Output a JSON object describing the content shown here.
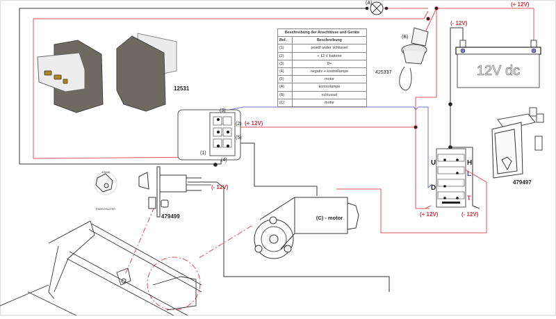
{
  "diagram": {
    "table": {
      "title": "Beschreibung der Anschlüsse und Geräte",
      "headers": [
        "Ref.",
        "Beschreibung"
      ],
      "rows": [
        {
          "ref": "(1)",
          "desc": "positif under schlussel"
        },
        {
          "ref": "(2)",
          "desc": "+ 12 V batterie"
        },
        {
          "ref": "(3)",
          "desc": "D+"
        },
        {
          "ref": "(4)",
          "desc": "negativ + kontrollampe"
        },
        {
          "ref": "(5)",
          "desc": "motor"
        },
        {
          "ref": "(A)",
          "desc": "kontrollampe"
        },
        {
          "ref": "(B)",
          "desc": "schlussel"
        },
        {
          "ref": "(C)",
          "desc": "motor"
        }
      ]
    },
    "labels": {
      "lamp": "(A)",
      "key": "(B)",
      "motor": "(C) - motor",
      "plus12_top": "(+ 12V)",
      "minus12_battery": "(- 12V)",
      "plus12_mid": "(+ 12V)",
      "minus12_limit": "(- 12V)",
      "plus12_switch": "(+ 12V)",
      "minus12_switch": "(- 12V)",
      "battery": "12V dc",
      "pin1": "(1)",
      "pin2": "(2)",
      "pin3": "(3)",
      "pin4": "(4)",
      "pin5": "(5)",
      "sw_U": "U",
      "sw_H": "H",
      "sw_L": "L",
      "sw_D": "D",
      "sw_T": "T"
    },
    "parts": {
      "connector": "12531",
      "key_switch": "425337",
      "rocker_switch": "479497",
      "limit_switch": "479499",
      "limit_switch_detail_code": "479499",
      "limit_switch_detail": "ENDSCHALTER"
    },
    "colors": {
      "wire_red": "#e0505a",
      "wire_blue": "#6a74d8",
      "wire_black": "#333333",
      "label_red": "#d6303a",
      "housing_dark": "#6e6a62",
      "housing_light": "#e6e6e6",
      "contact_gold": "#a8812c"
    }
  }
}
